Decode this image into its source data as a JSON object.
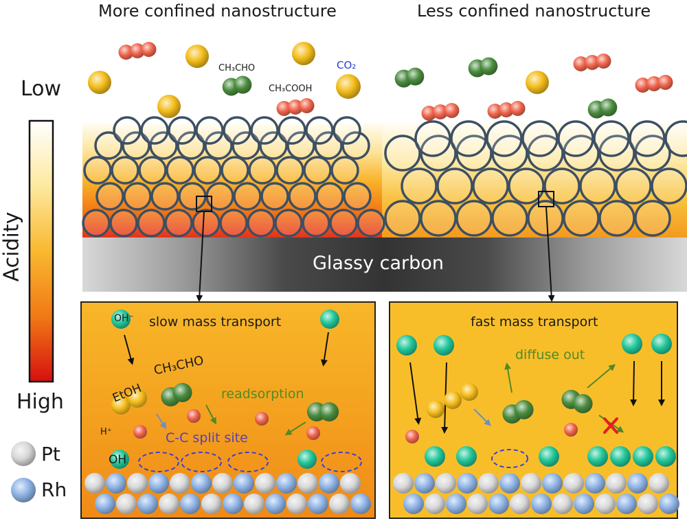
{
  "titles": {
    "left": "More confined nanostructure",
    "right": "Less confined nanostructure"
  },
  "acidity_scale": {
    "label": "Acidity",
    "low": "Low",
    "high": "High",
    "gradient": [
      "#ffffff",
      "#fde9a0",
      "#f9b830",
      "#f07a15",
      "#d60f10"
    ]
  },
  "substrate": {
    "label": "Glassy carbon"
  },
  "molecules_top": {
    "acetaldehyde": "CH₃CHO",
    "acetic_acid": "CH₃COOH",
    "co2": "CO₂"
  },
  "insets": {
    "left": {
      "transport": "slow mass transport",
      "hydroxide": "OH⁻",
      "ethanol": "EtOH",
      "acetaldehyde": "CH₃CHO",
      "readsorption": "readsorption",
      "proton": "H⁺",
      "split_site": "C-C split site",
      "oh_adsorbed": "OH"
    },
    "right": {
      "transport": "fast mass transport",
      "diffuse": "diffuse out"
    }
  },
  "legend": [
    {
      "name": "Pt",
      "color": "#d8d8d8"
    },
    {
      "name": "Rh",
      "color": "#8fb4e6"
    }
  ],
  "colors": {
    "oh_molecule": "#22c79a",
    "acetaldehyde_molecule": "#4b8c3f",
    "acetic_acid_molecule": "#f0654d",
    "co2_molecule": "#f4bd1c",
    "sphere_outline": "#3d4f63",
    "split_site_outline": "#3b3fd1",
    "readsorption_text": "#4f8a25",
    "split_site_text": "#5540b8",
    "inset_background": "#f6ad23",
    "block_mark": "#e02020"
  }
}
